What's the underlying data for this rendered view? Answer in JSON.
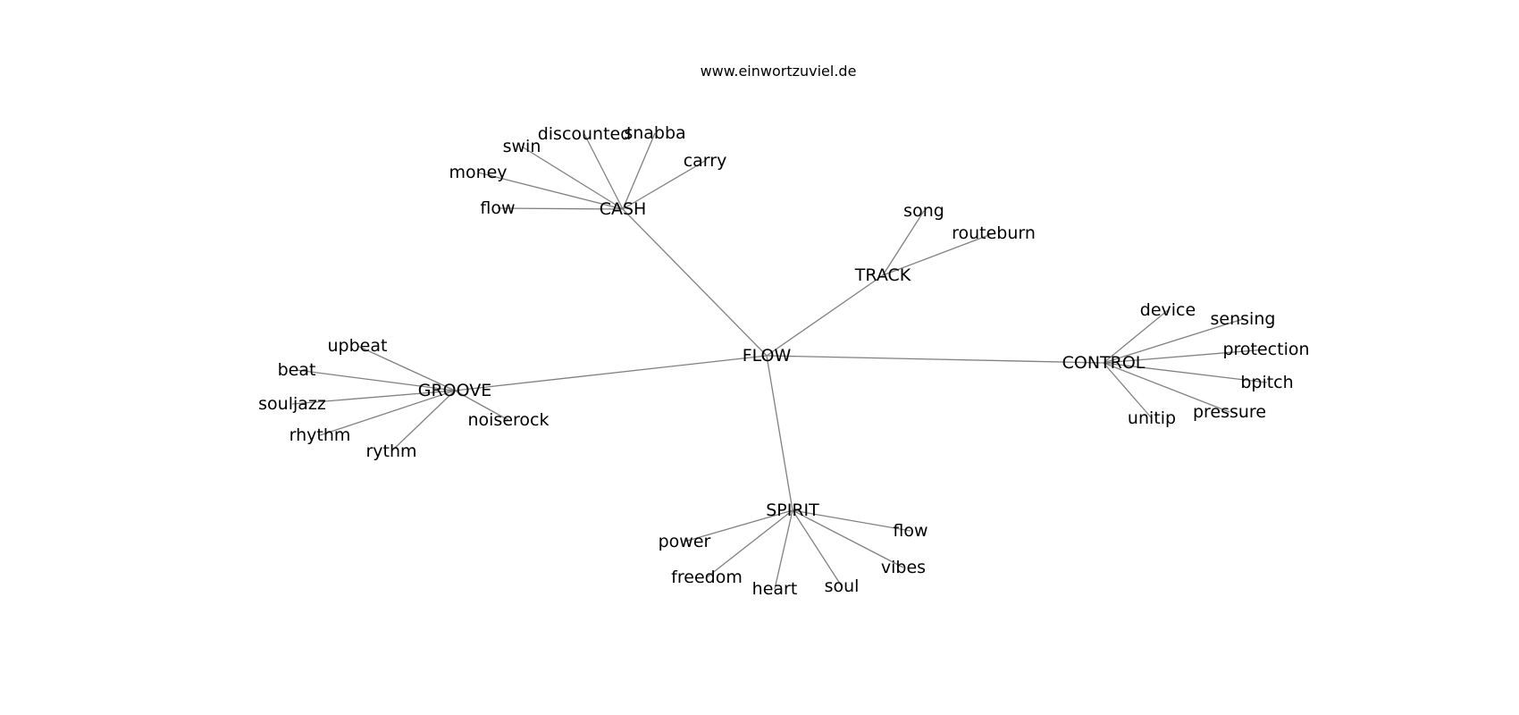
{
  "title": "www.einwortzuviel.de",
  "colors": {
    "edge": "#808080",
    "text": "#000000",
    "background": "#ffffff"
  },
  "nodes": [
    {
      "id": "flow_c",
      "label": "FLOW"
    },
    {
      "id": "cash",
      "label": "CASH"
    },
    {
      "id": "track",
      "label": "TRACK"
    },
    {
      "id": "groove",
      "label": "GROOVE"
    },
    {
      "id": "control",
      "label": "CONTROL"
    },
    {
      "id": "spirit",
      "label": "SPIRIT"
    },
    {
      "id": "discounted",
      "label": "discounted"
    },
    {
      "id": "snabba",
      "label": "snabba"
    },
    {
      "id": "swin",
      "label": "swin"
    },
    {
      "id": "carry",
      "label": "carry"
    },
    {
      "id": "money",
      "label": "money"
    },
    {
      "id": "flow_cash",
      "label": "flow"
    },
    {
      "id": "song",
      "label": "song"
    },
    {
      "id": "routeburn",
      "label": "routeburn"
    },
    {
      "id": "upbeat",
      "label": "upbeat"
    },
    {
      "id": "beat",
      "label": "beat"
    },
    {
      "id": "souljazz",
      "label": "souljazz"
    },
    {
      "id": "rhythm",
      "label": "rhythm"
    },
    {
      "id": "rythm",
      "label": "rythm"
    },
    {
      "id": "noiserock",
      "label": "noiserock"
    },
    {
      "id": "device",
      "label": "device"
    },
    {
      "id": "sensing",
      "label": "sensing"
    },
    {
      "id": "protection",
      "label": "protection"
    },
    {
      "id": "bpitch",
      "label": "bpitch"
    },
    {
      "id": "pressure",
      "label": "pressure"
    },
    {
      "id": "unitip",
      "label": "unitip"
    },
    {
      "id": "flow_spirit",
      "label": "flow"
    },
    {
      "id": "power",
      "label": "power"
    },
    {
      "id": "freedom",
      "label": "freedom"
    },
    {
      "id": "heart",
      "label": "heart"
    },
    {
      "id": "soul",
      "label": "soul"
    },
    {
      "id": "vibes",
      "label": "vibes"
    }
  ],
  "edges": [
    [
      "flow_c",
      "cash"
    ],
    [
      "flow_c",
      "track"
    ],
    [
      "flow_c",
      "groove"
    ],
    [
      "flow_c",
      "control"
    ],
    [
      "flow_c",
      "spirit"
    ],
    [
      "cash",
      "discounted"
    ],
    [
      "cash",
      "snabba"
    ],
    [
      "cash",
      "swin"
    ],
    [
      "cash",
      "carry"
    ],
    [
      "cash",
      "money"
    ],
    [
      "cash",
      "flow_cash"
    ],
    [
      "track",
      "song"
    ],
    [
      "track",
      "routeburn"
    ],
    [
      "groove",
      "upbeat"
    ],
    [
      "groove",
      "beat"
    ],
    [
      "groove",
      "souljazz"
    ],
    [
      "groove",
      "rhythm"
    ],
    [
      "groove",
      "rythm"
    ],
    [
      "groove",
      "noiserock"
    ],
    [
      "control",
      "device"
    ],
    [
      "control",
      "sensing"
    ],
    [
      "control",
      "protection"
    ],
    [
      "control",
      "bpitch"
    ],
    [
      "control",
      "pressure"
    ],
    [
      "control",
      "unitip"
    ],
    [
      "spirit",
      "flow_spirit"
    ],
    [
      "spirit",
      "power"
    ],
    [
      "spirit",
      "freedom"
    ],
    [
      "spirit",
      "heart"
    ],
    [
      "spirit",
      "soul"
    ],
    [
      "spirit",
      "vibes"
    ]
  ]
}
